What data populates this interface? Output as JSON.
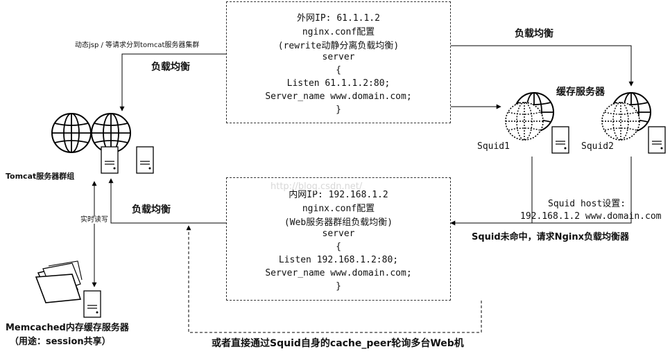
{
  "top_box": {
    "lines": [
      "外网IP: 61.1.1.2",
      "nginx.conf配置",
      "(rewrite动静分离负载均衡)",
      "server",
      "{",
      "Listen 61.1.1.2:80;",
      "Server_name www.domain.com;",
      "}"
    ]
  },
  "bottom_box": {
    "lines": [
      "内网IP: 192.168.1.2",
      "nginx.conf配置",
      "(Web服务器群组负载均衡)",
      "server",
      "{",
      "Listen 192.168.1.2:80;",
      "Server_name www.domain.com;",
      "}"
    ]
  },
  "labels": {
    "dynamic_request": "动态jsp / 等请求分到tomcat服务器集群",
    "lb_top_left": "负载均衡",
    "lb_top_right": "负载均衡",
    "cache_servers": "缓存服务器",
    "squid1": "Squid1",
    "squid2": "Squid2",
    "tomcat_group": "Tomcat服务器群组",
    "lb_mid_left": "负载均衡",
    "realtime_rw": "实时读写",
    "squid_host_setting": "Squid host设置:",
    "squid_host_value": "192.168.1.2 www.domain.com",
    "squid_miss": "Squid未命中，请求Nginx负载均衡器",
    "memcached_title": "Memcached内存缓存服务器",
    "memcached_use": "（用途：session共享）",
    "cache_peer": "或者直接通过Squid自身的cache_peer轮询多台Web机",
    "watermark": "http://blog.csdn.net/"
  }
}
